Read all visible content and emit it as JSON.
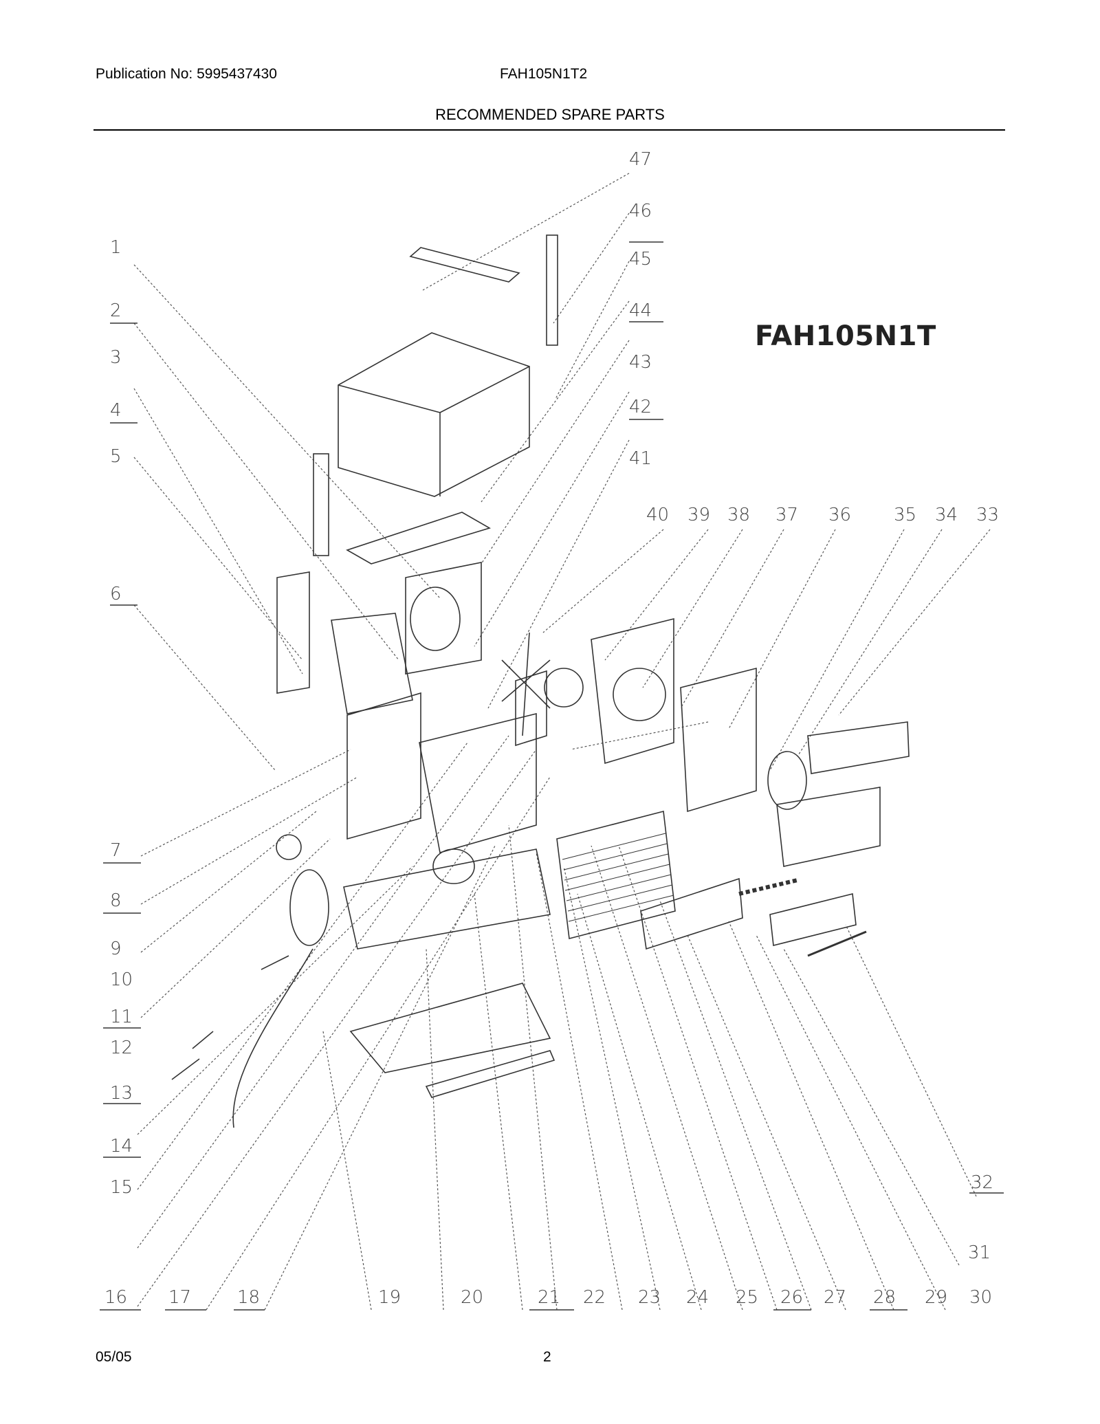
{
  "header": {
    "publication": "Publication No: 5995437430",
    "model": "FAH105N1T2",
    "title": "RECOMMENDED SPARE PARTS"
  },
  "diagram": {
    "model_label": "FAH105N1T",
    "callouts": {
      "c1": "1",
      "c2": "2",
      "c3": "3",
      "c4": "4",
      "c5": "5",
      "c6": "6",
      "c7": "7",
      "c8": "8",
      "c9": "9",
      "c10": "10",
      "c11": "11",
      "c12": "12",
      "c13": "13",
      "c14": "14",
      "c15": "15",
      "c16": "16",
      "c17": "17",
      "c18": "18",
      "c19": "19",
      "c20": "20",
      "c21": "21",
      "c22": "22",
      "c23": "23",
      "c24": "24",
      "c25": "25",
      "c26": "26",
      "c27": "27",
      "c28": "28",
      "c29": "29",
      "c30": "30",
      "c31": "31",
      "c32": "32",
      "c33": "33",
      "c34": "34",
      "c35": "35",
      "c36": "36",
      "c37": "37",
      "c38": "38",
      "c39": "39",
      "c40": "40",
      "c41": "41",
      "c42": "42",
      "c43": "43",
      "c44": "44",
      "c45": "45",
      "c46": "46",
      "c47": "47"
    }
  },
  "footer": {
    "date": "05/05",
    "page": "2"
  }
}
